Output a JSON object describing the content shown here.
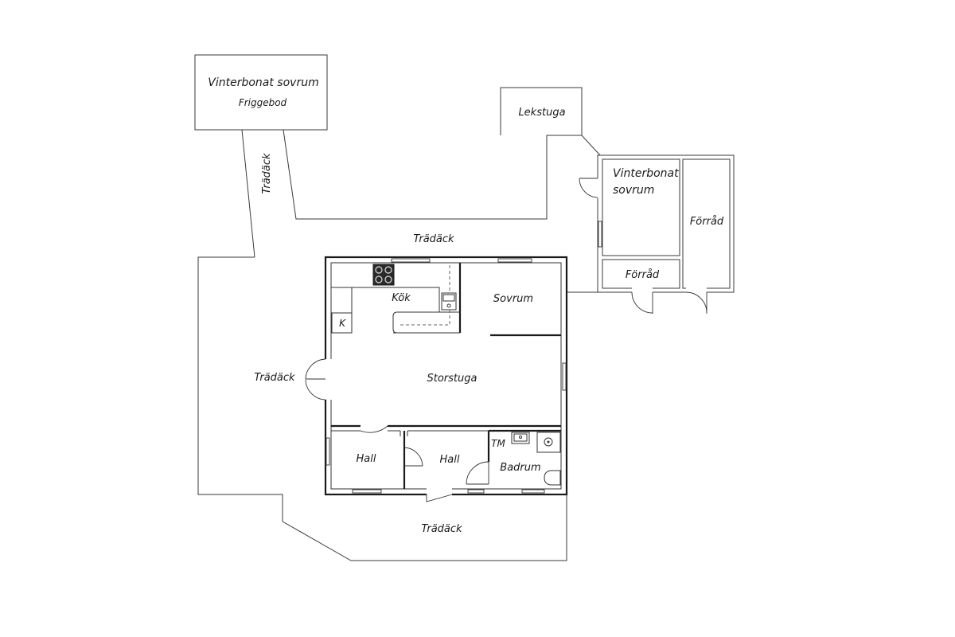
{
  "rooms": {
    "friggebod_title": "Vinterbonat sovrum",
    "friggebod_sub": "Friggebod",
    "lekstuga": "Lekstuga",
    "annex_bedroom_line1": "Vinterbonat",
    "annex_bedroom_line2": "sovrum",
    "annex_storage_tall": "Förråd",
    "annex_storage_small": "Förråd",
    "kitchen": "Kök",
    "fridge": "K",
    "bedroom": "Sovrum",
    "living_room": "Storstuga",
    "hall_left": "Hall",
    "hall_right": "Hall",
    "washer": "TM",
    "bathroom": "Badrum"
  },
  "decks": {
    "north_vertical": "Trädäck",
    "north": "Trädäck",
    "west": "Trädäck",
    "south": "Trädäck"
  }
}
